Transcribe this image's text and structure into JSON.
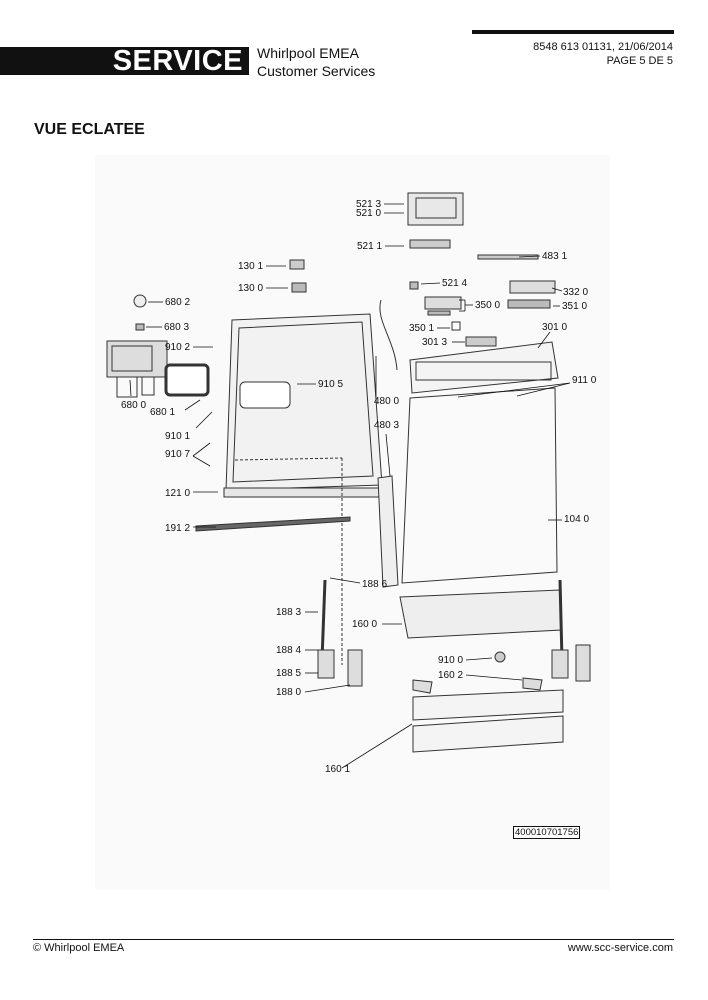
{
  "header": {
    "service_label": "SERVICE",
    "company_line1": "Whirlpool EMEA",
    "company_line2": "Customer Services",
    "doc_ref": "8548 613 01131, 21/06/2014",
    "page": "PAGE 5 DE 5"
  },
  "title": "VUE ECLATEE",
  "callouts": {
    "c5213": "521 3",
    "c5210": "521 0",
    "c5211": "521 1",
    "c4831": "483 1",
    "c1301": "130 1",
    "c1300": "130 0",
    "c5214": "521 4",
    "c3320": "332 0",
    "c6802": "680 2",
    "c3500": "350 0",
    "c3510": "351 0",
    "c6803": "680 3",
    "c3501": "350 1",
    "c3010": "301 0",
    "c9102": "910 2",
    "c3013": "301 3",
    "c9105": "910 5",
    "c9110": "911 0",
    "c6800": "680 0",
    "c6801": "680 1",
    "c4800": "480 0",
    "c9101": "910 1",
    "c4803": "480 3",
    "c9107": "910 7",
    "c1210": "121 0",
    "c1040": "104 0",
    "c1912": "191 2",
    "c1886": "188 6",
    "c1883": "188 3",
    "c1600": "160 0",
    "c1884": "188 4",
    "c9100": "910 0",
    "c1885": "188 5",
    "c1602": "160 2",
    "c1880": "188 0",
    "c1601": "160 1"
  },
  "diagram_part_number": "400010701756",
  "footer": {
    "copyright": "© Whirlpool EMEA",
    "website": "www.scc-service.com"
  }
}
